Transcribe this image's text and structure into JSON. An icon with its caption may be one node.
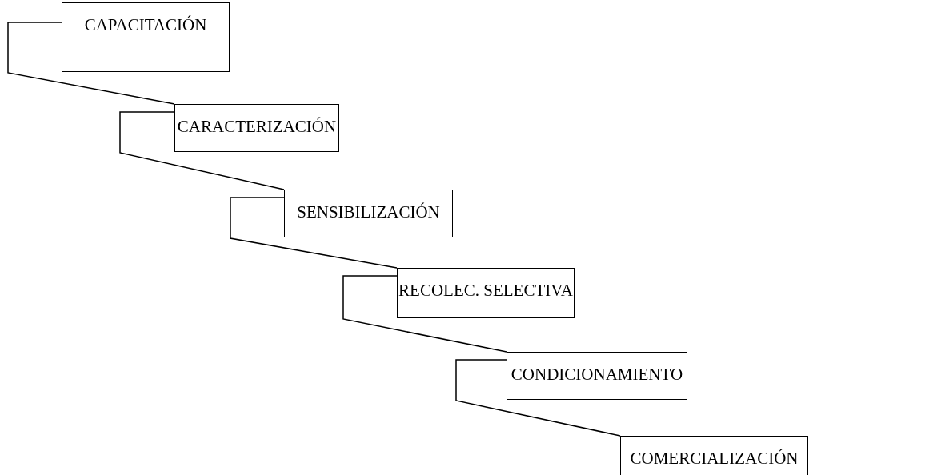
{
  "diagram": {
    "nodes": [
      {
        "text": [
          "CAPACITACIÓN"
        ]
      },
      {
        "text": [
          "CARACTERIZACIÓN"
        ]
      },
      {
        "text": [
          "SENSIBILIZACIÓN"
        ]
      },
      {
        "text": [
          "RECOLEC. SELECTIVA"
        ]
      },
      {
        "text": [
          "CONDICIONAMIENTO"
        ]
      },
      {
        "text": [
          "COMERCIALIZACIÓN"
        ]
      }
    ],
    "edges": [
      {
        "from": 0,
        "to": 1,
        "arrow": "none"
      },
      {
        "from": 1,
        "to": 2,
        "arrow": "none"
      },
      {
        "from": 2,
        "to": 3,
        "arrow": "none"
      },
      {
        "from": 3,
        "to": 4,
        "arrow": "none"
      },
      {
        "from": 4,
        "to": 5,
        "arrow": "none"
      }
    ]
  }
}
